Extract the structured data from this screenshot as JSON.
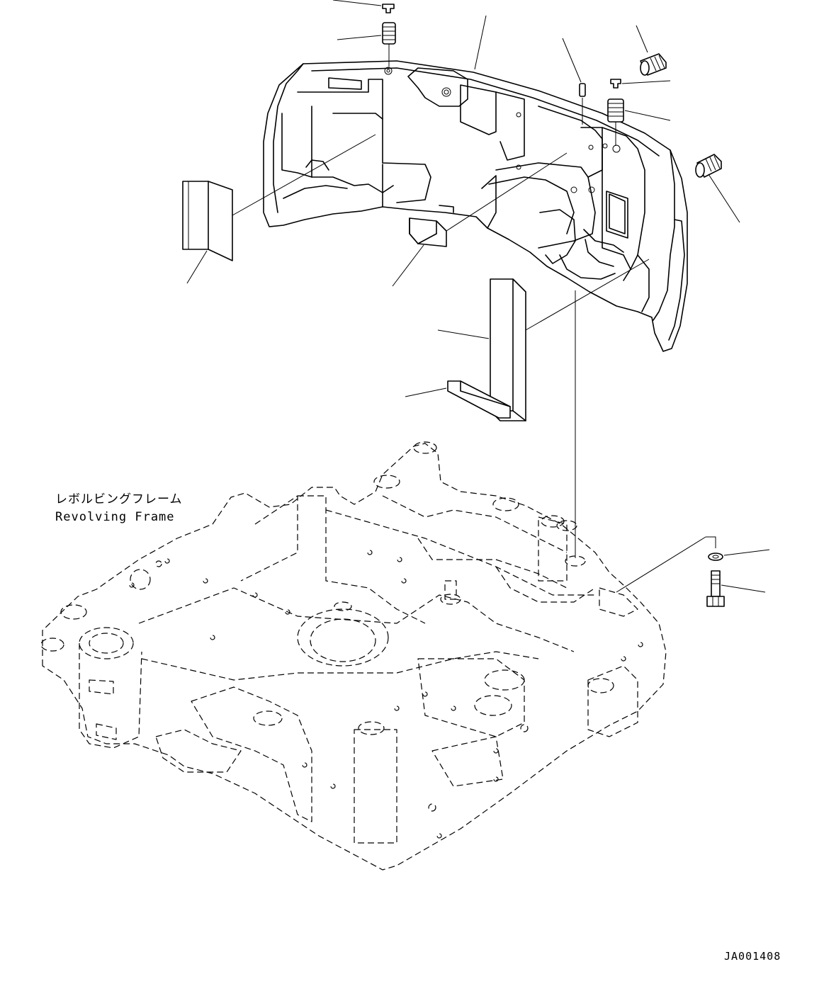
{
  "labels": {
    "frame_label_jp": "レボルビングフレーム",
    "frame_label_en": "Revolving Frame",
    "drawing_id": "JA001408"
  }
}
